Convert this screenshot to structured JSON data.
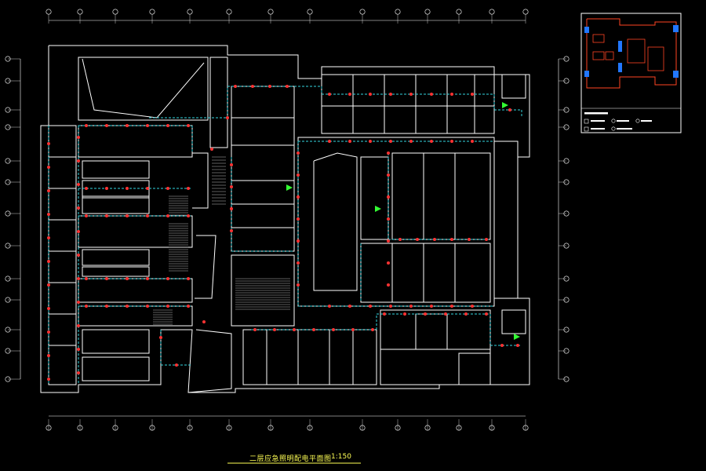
{
  "drawing": {
    "title": "二层应急照明配电平面图",
    "scale": "1:150"
  },
  "colors": {
    "background": "#000000",
    "walls": "#ffffff",
    "emergency_circuit": "#33d6e0",
    "fixtures": "#ff3333",
    "title": "#ffff55",
    "keyplan_outline": "#ff4422",
    "keyplan_highlight": "#2277ff",
    "green_marks": "#33ff33"
  },
  "icons": {
    "axis_bubble": "circle-marker",
    "emergency_light": "red-dot-marker",
    "exit_sign": "green-arrow-marker"
  }
}
